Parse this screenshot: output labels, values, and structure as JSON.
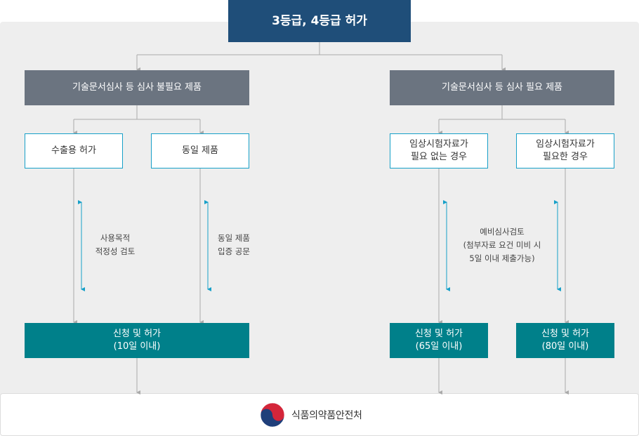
{
  "top": {
    "title": "3등급, 4등급 허가"
  },
  "branches": {
    "left": {
      "label": "기술문서심사 등 심사 불필요 제품"
    },
    "right": {
      "label": "기술문서심사 등 심사 필요 제품"
    }
  },
  "cases": [
    {
      "label": [
        "수출용 허가"
      ]
    },
    {
      "label": [
        "동일 제품"
      ]
    },
    {
      "label": [
        "임상시험자료가",
        "필요 없는 경우"
      ]
    },
    {
      "label": [
        "임상시험자료가",
        "필요한 경우"
      ]
    }
  ],
  "notes": {
    "export": [
      "사용목적",
      "적정성 검토"
    ],
    "same": [
      "동일 제품",
      "입증 공문"
    ],
    "pre_review": [
      "예비심사검토",
      "(첨부자료 요건 미비 시",
      "5일 이내 제출가능)"
    ]
  },
  "results": [
    {
      "label": [
        "신청 및 허가",
        "(10일 이내)"
      ]
    },
    {
      "label": [
        "신청 및 허가",
        "(65일 이내)"
      ]
    },
    {
      "label": [
        "신청 및 허가",
        "(80일 이내)"
      ]
    }
  ],
  "footer": {
    "org_name": "식품의약품안전처"
  },
  "colors": {
    "top_box": "#1f4e79",
    "branch_box": "#6b7480",
    "case_border": "#17a0c8",
    "result_box": "#00808a",
    "arrow_cyan": "#17a0c8",
    "connector": "#aaaaaa",
    "panel_bg": "#eeeeee"
  }
}
